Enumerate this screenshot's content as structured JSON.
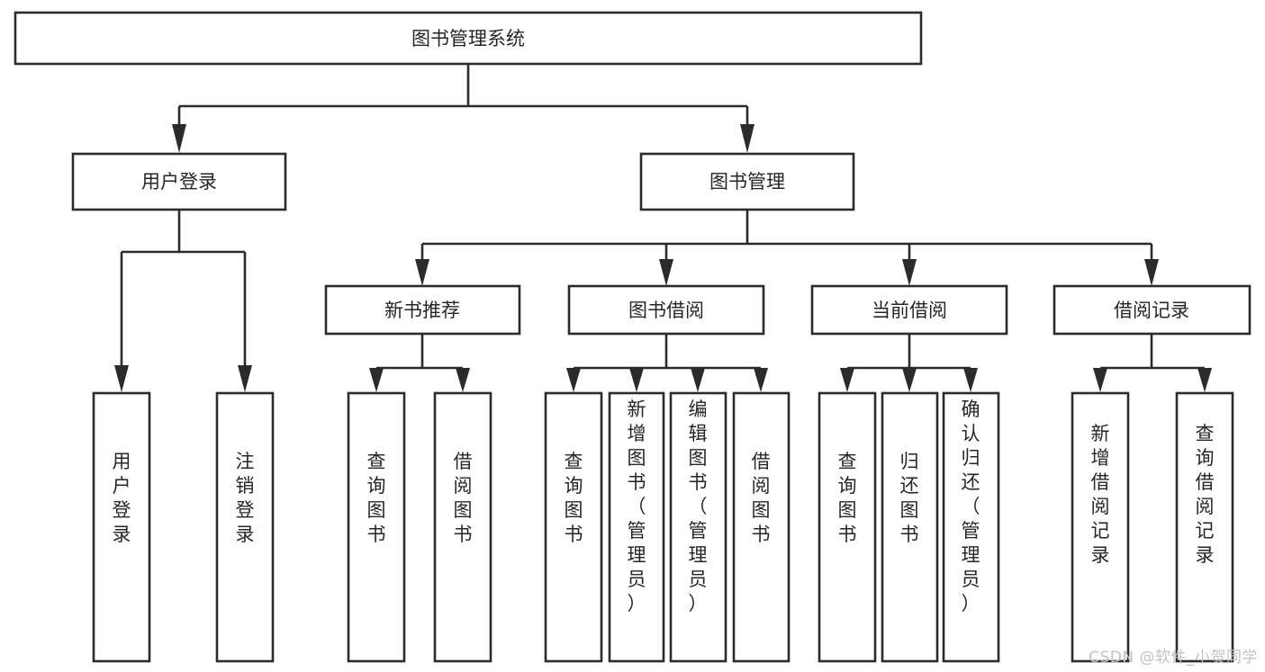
{
  "diagram": {
    "type": "tree",
    "title": "图书管理系统",
    "orientation": "top-down",
    "style": {
      "box_fill": "#ffffff",
      "box_stroke": "#2b2b2b",
      "edge_color": "#2b2b2b",
      "text_color": "#262626",
      "background": "#ffffff"
    },
    "root": {
      "id": "root",
      "label": "图书管理系统",
      "text_orientation": "horizontal"
    },
    "level1": [
      {
        "id": "user-login",
        "label": "用户登录",
        "text_orientation": "horizontal"
      },
      {
        "id": "book-manage",
        "label": "图书管理",
        "text_orientation": "horizontal"
      }
    ],
    "level2": [
      {
        "id": "new-book-rec",
        "label": "新书推荐",
        "parent": "book-manage",
        "text_orientation": "horizontal"
      },
      {
        "id": "book-borrow",
        "label": "图书借阅",
        "parent": "book-manage",
        "text_orientation": "horizontal"
      },
      {
        "id": "current-borrow",
        "label": "当前借阅",
        "parent": "book-manage",
        "text_orientation": "horizontal"
      },
      {
        "id": "borrow-record",
        "label": "借阅记录",
        "parent": "book-manage",
        "text_orientation": "horizontal"
      }
    ],
    "leaves": [
      {
        "id": "leaf-user-login",
        "label": "用户登录",
        "parent": "user-login",
        "text_orientation": "vertical"
      },
      {
        "id": "leaf-logout",
        "label": "注销登录",
        "parent": "user-login",
        "text_orientation": "vertical"
      },
      {
        "id": "leaf-query-book-1",
        "label": "查询图书",
        "parent": "new-book-rec",
        "text_orientation": "vertical"
      },
      {
        "id": "leaf-borrow-book-1",
        "label": "借阅图书",
        "parent": "new-book-rec",
        "text_orientation": "vertical"
      },
      {
        "id": "leaf-query-book-2",
        "label": "查询图书",
        "parent": "book-borrow",
        "text_orientation": "vertical"
      },
      {
        "id": "leaf-add-book",
        "label": "新增图书（管理员）",
        "parent": "book-borrow",
        "text_orientation": "vertical"
      },
      {
        "id": "leaf-edit-book",
        "label": "编辑图书（管理员）",
        "parent": "book-borrow",
        "text_orientation": "vertical"
      },
      {
        "id": "leaf-borrow-book-2",
        "label": "借阅图书",
        "parent": "book-borrow",
        "text_orientation": "vertical"
      },
      {
        "id": "leaf-query-book-3",
        "label": "查询图书",
        "parent": "current-borrow",
        "text_orientation": "vertical"
      },
      {
        "id": "leaf-return-book",
        "label": "归还图书",
        "parent": "current-borrow",
        "text_orientation": "vertical"
      },
      {
        "id": "leaf-confirm-return",
        "label": "确认归还（管理员）",
        "parent": "current-borrow",
        "text_orientation": "vertical"
      },
      {
        "id": "leaf-add-record",
        "label": "新增借阅记录",
        "parent": "borrow-record",
        "text_orientation": "vertical"
      },
      {
        "id": "leaf-query-record",
        "label": "查询借阅记录",
        "parent": "borrow-record",
        "text_orientation": "vertical"
      }
    ]
  },
  "watermark": {
    "text": "CSDN @软件_小贺同学"
  }
}
